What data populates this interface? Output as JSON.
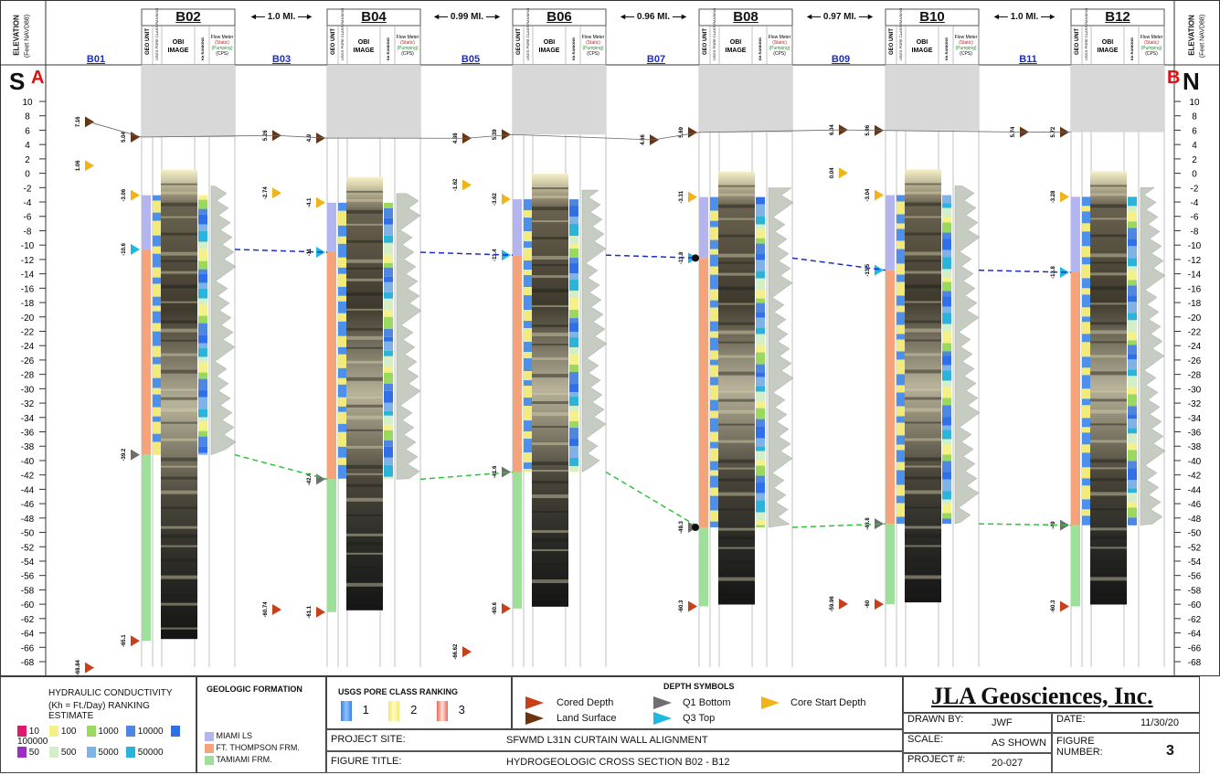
{
  "axis": {
    "left_title": "ELEVATION",
    "left_subtitle": "(Feet NAVD88)",
    "right_title": "ELEVATION",
    "right_subtitle": "(Feet NAVD88)",
    "ticks": [
      "10",
      "8",
      "6",
      "4",
      "2",
      "0",
      "-2",
      "-4",
      "-6",
      "-8",
      "-10",
      "-12",
      "-14",
      "-16",
      "-18",
      "-20",
      "-22",
      "-24",
      "-26",
      "-28",
      "-30",
      "-32",
      "-34",
      "-36",
      "-38",
      "-40",
      "-42",
      "-44",
      "-46",
      "-48",
      "-50",
      "-52",
      "-54",
      "-56",
      "-58",
      "-60",
      "-62",
      "-64",
      "-66",
      "-68"
    ],
    "ymax": 10,
    "ymin": -68,
    "left_dir": "S",
    "left_mark": "A",
    "right_dir": "N",
    "right_mark": "B"
  },
  "borings_main": [
    {
      "name": "B02",
      "land": "5.04",
      "core_start": "-3.06",
      "q3": "-10.6",
      "q1": "-39.2",
      "cored": "-65.1"
    },
    {
      "name": "B04",
      "land": "4.9",
      "core_start": "-4.1",
      "q3": "-11",
      "q1": "-42.6",
      "cored": "-61.1"
    },
    {
      "name": "B06",
      "land": "5.39",
      "core_start": "-3.62",
      "q3": "-11.4",
      "q1": "-41.6",
      "cored": "-60.6"
    },
    {
      "name": "B08",
      "land": "5.69",
      "core_start": "-3.31",
      "q3": "-11.8",
      "q1": "-49.3",
      "cored": "-60.3"
    },
    {
      "name": "B10",
      "land": "5.96",
      "core_start": "-3.04",
      "q3": "-13.5",
      "q1": "-48.8",
      "cored": "-60"
    },
    {
      "name": "B12",
      "land": "5.72",
      "core_start": "-3.28",
      "q3": "-13.8",
      "q1": "-49",
      "cored": "-60.3"
    }
  ],
  "borings_minor": [
    {
      "name": "B01",
      "land": "7.16",
      "core_start": "1.06",
      "cored": "-68.84"
    },
    {
      "name": "B03",
      "land": "5.26",
      "core_start": "-2.74",
      "cored": "-60.74"
    },
    {
      "name": "B05",
      "land": "4.88",
      "core_start": "-1.62",
      "cored": "-66.62"
    },
    {
      "name": "B07",
      "land": "4.66",
      "core_start": "",
      "cored": ""
    },
    {
      "name": "B09",
      "land": "6.04",
      "core_start": "0.04",
      "cored": "-59.96"
    },
    {
      "name": "B11",
      "land": "5.74",
      "core_start": "",
      "cored": ""
    }
  ],
  "distances": [
    "1.0 MI.",
    "0.99 MI.",
    "0.96 MI.",
    "0.97 MI.",
    "1.0 MI."
  ],
  "column_headers": {
    "geo_unit": "GEO UNIT",
    "usgs_pore": "USGS PORE CLASS RANKING",
    "obi": "OBI IMAGE",
    "kh": "Kh RANKING",
    "flow": "Flow Meter",
    "flow_static": "(Static)",
    "flow_pumping": "(Pumping)",
    "flow_units": "(CPS)"
  },
  "legend": {
    "hydraulic_title": "HYDRAULIC CONDUCTIVITY",
    "hydraulic_sub": "(Kh = Ft./Day) RANKING ESTIMATE",
    "kh_items": [
      {
        "label": "10",
        "color": "#e0196c"
      },
      {
        "label": "100",
        "color": "#f4f08a"
      },
      {
        "label": "1000",
        "color": "#9ad860"
      },
      {
        "label": "10000",
        "color": "#4f86e0"
      },
      {
        "label": "100000",
        "color": "#2f6fe8"
      },
      {
        "label": "50",
        "color": "#9b2fc0"
      },
      {
        "label": "500",
        "color": "#d4efc8"
      },
      {
        "label": "5000",
        "color": "#7fb3e6"
      },
      {
        "label": "50000",
        "color": "#2bb3d9"
      }
    ],
    "geologic_title": "GEOLOGIC FORMATION",
    "geologic_items": [
      {
        "label": "MIAMI LS",
        "color": "#b4b4ee"
      },
      {
        "label": "FT. THOMPSON FRM.",
        "color": "#f4a37a"
      },
      {
        "label": "TAMIAMI FRM.",
        "color": "#9ee09a"
      }
    ],
    "pore_title": "USGS PORE CLASS RANKING",
    "pore_items": [
      "1",
      "2",
      "3"
    ],
    "depth_title": "DEPTH SYMBOLS",
    "depth_items": [
      "Cored Depth",
      "Q1 Bottom",
      "Core Start Depth",
      "Land Surface",
      "Q3 Top"
    ]
  },
  "title_block": {
    "company": "JLA Geosciences, Inc.",
    "drawn_by_label": "DRAWN BY:",
    "drawn_by": "JWF",
    "date_label": "DATE:",
    "date": "11/30/20",
    "scale_label": "SCALE:",
    "scale": "AS SHOWN",
    "figure_number_label": "FIGURE NUMBER:",
    "figure_number": "3",
    "project_label": "PROJECT #:",
    "project": "20-027",
    "site_label": "PROJECT SITE:",
    "site": "SFWMD L31N CURTAIN WALL ALIGNMENT",
    "figure_title_label": "FIGURE TITLE:",
    "figure_title": "HYDROGEOLOGIC CROSS SECTION B02 - B12"
  },
  "colors": {
    "land": "#6b3410",
    "cored": "#c8401a",
    "core_start": "#f0b418",
    "q3": "#1fb8e0",
    "q1": "#6e6e6e",
    "q3_line": "#1a2ed0",
    "q1_line": "#2ec43a"
  }
}
